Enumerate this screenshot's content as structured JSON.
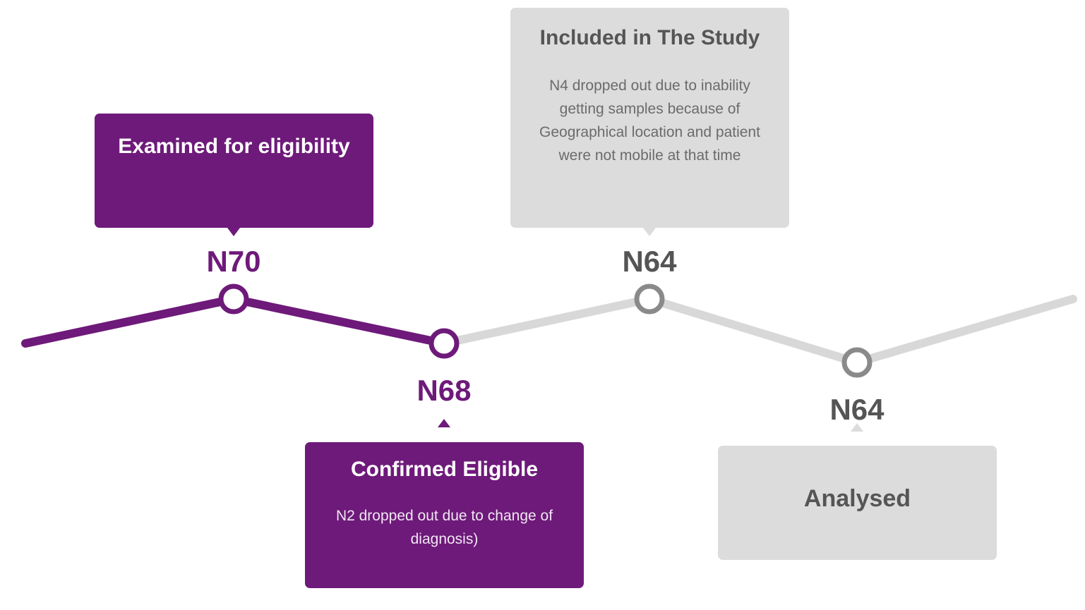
{
  "colors": {
    "purple": "#6e1a7a",
    "gray_line": "#d8d8d8",
    "gray_node": "#8a8a8a",
    "gray_box": "#dcdcdc"
  },
  "steps": [
    {
      "title": "Examined for eligibility",
      "count": "N70",
      "desc": ""
    },
    {
      "title": "Confirmed Eligible",
      "count": "N68",
      "desc": "N2 dropped out due to  change of diagnosis)"
    },
    {
      "title": "Included in The Study",
      "count": "N64",
      "desc": "N4 dropped out due to inability getting samples  because of Geographical location and patient were not mobile at that time"
    },
    {
      "title": "Analysed",
      "count": "N64",
      "desc": ""
    }
  ]
}
